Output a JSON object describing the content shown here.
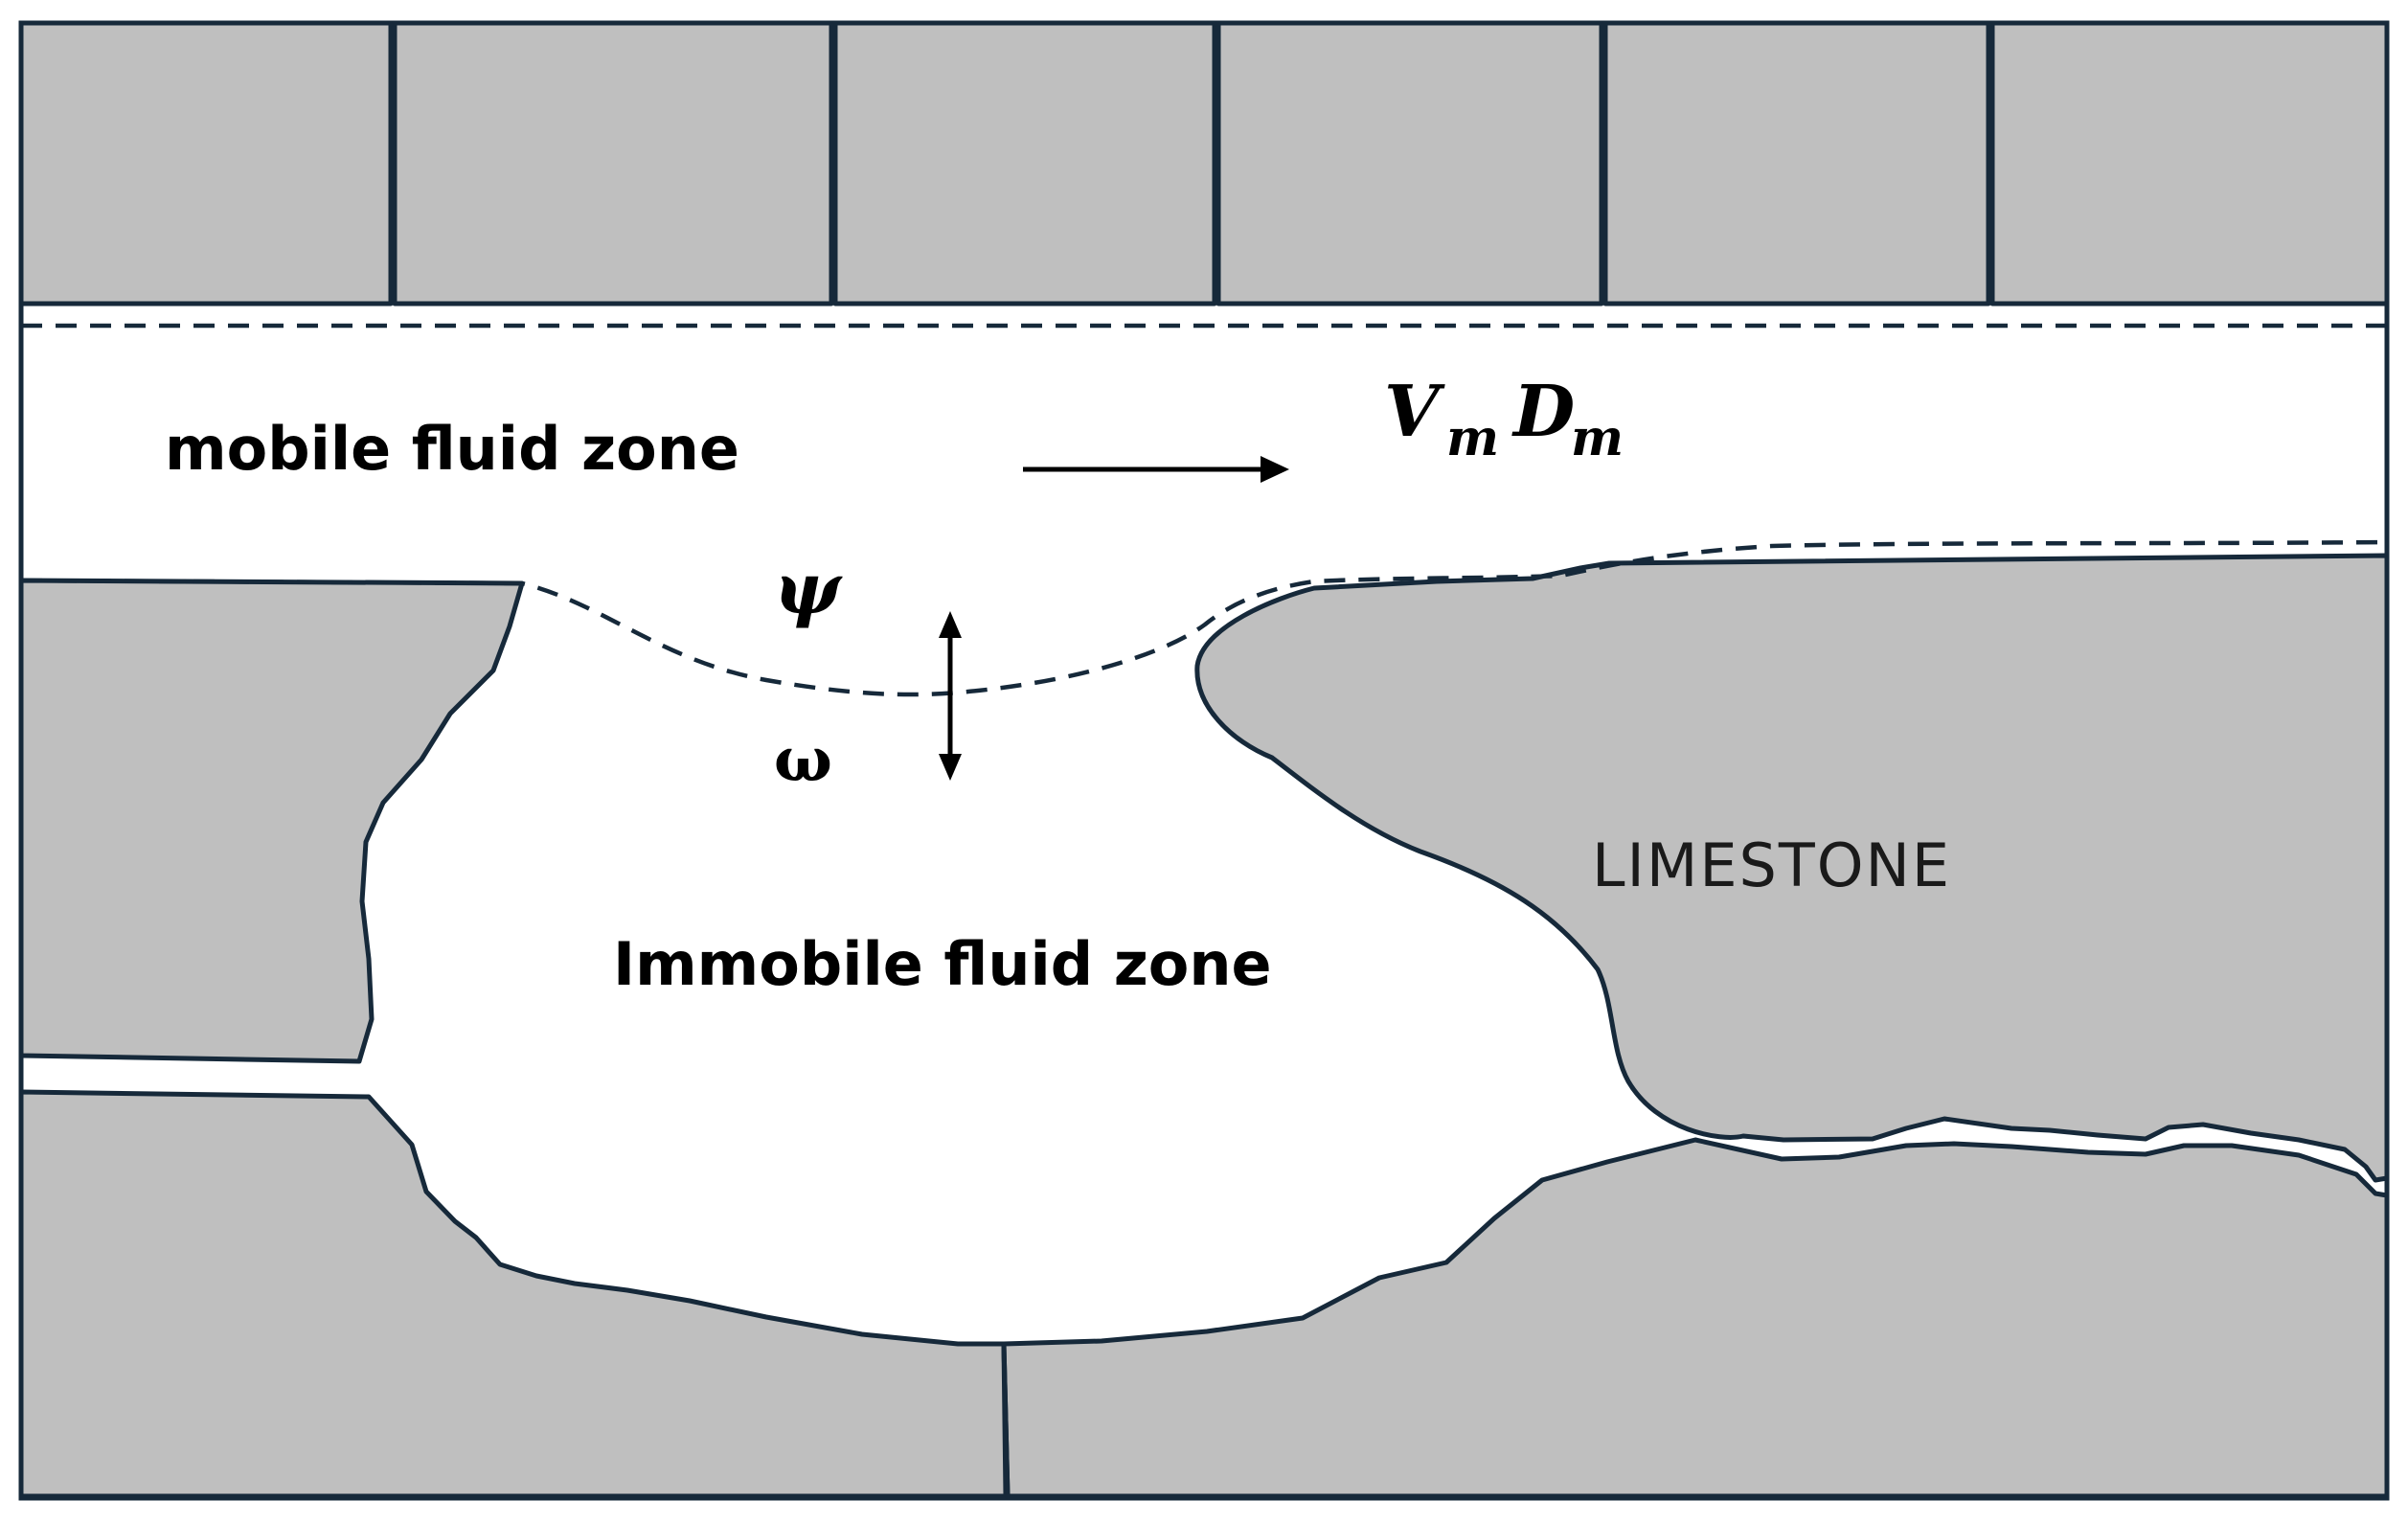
{
  "labels": {
    "mobile_zone": "mobile fluid zone",
    "immobile_zone": "Immobile fluid zone",
    "rock": "LIMESTONE",
    "psi": "ψ",
    "omega": "ω",
    "velocity_symbol": "V",
    "velocity_subscript": "m",
    "dispersion_symbol": "D",
    "dispersion_subscript": "m"
  },
  "colors": {
    "rock_fill": "#bfbfbf",
    "outline": "#16293a",
    "background": "#ffffff"
  }
}
